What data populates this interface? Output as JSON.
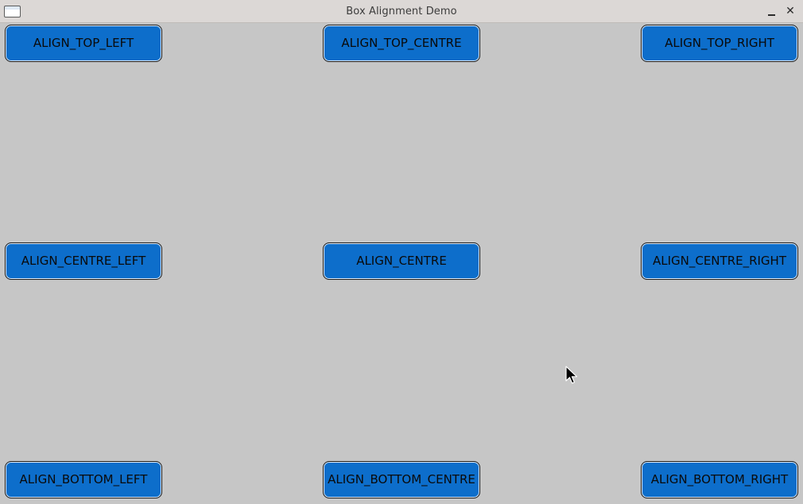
{
  "window": {
    "title": "Box Alignment Demo",
    "title_color": "#3c3c3c",
    "icon": "window-app-icon",
    "controls": {
      "minimize_icon": "minimize-icon",
      "close_icon": "close-icon",
      "close_glyph": "✕"
    }
  },
  "colors": {
    "background": "#c6c6c6",
    "button_fill": "#0d6ecb",
    "button_text": "#0a0a0a"
  },
  "buttons": {
    "top_left": "ALIGN_TOP_LEFT",
    "top_centre": "ALIGN_TOP_CENTRE",
    "top_right": "ALIGN_TOP_RIGHT",
    "centre_left": "ALIGN_CENTRE_LEFT",
    "centre": "ALIGN_CENTRE",
    "centre_right": "ALIGN_CENTRE_RIGHT",
    "bottom_left": "ALIGN_BOTTOM_LEFT",
    "bottom_centre": "ALIGN_BOTTOM_CENTRE",
    "bottom_right": "ALIGN_BOTTOM_RIGHT"
  },
  "pointer": {
    "icon": "mouse-pointer-icon"
  }
}
